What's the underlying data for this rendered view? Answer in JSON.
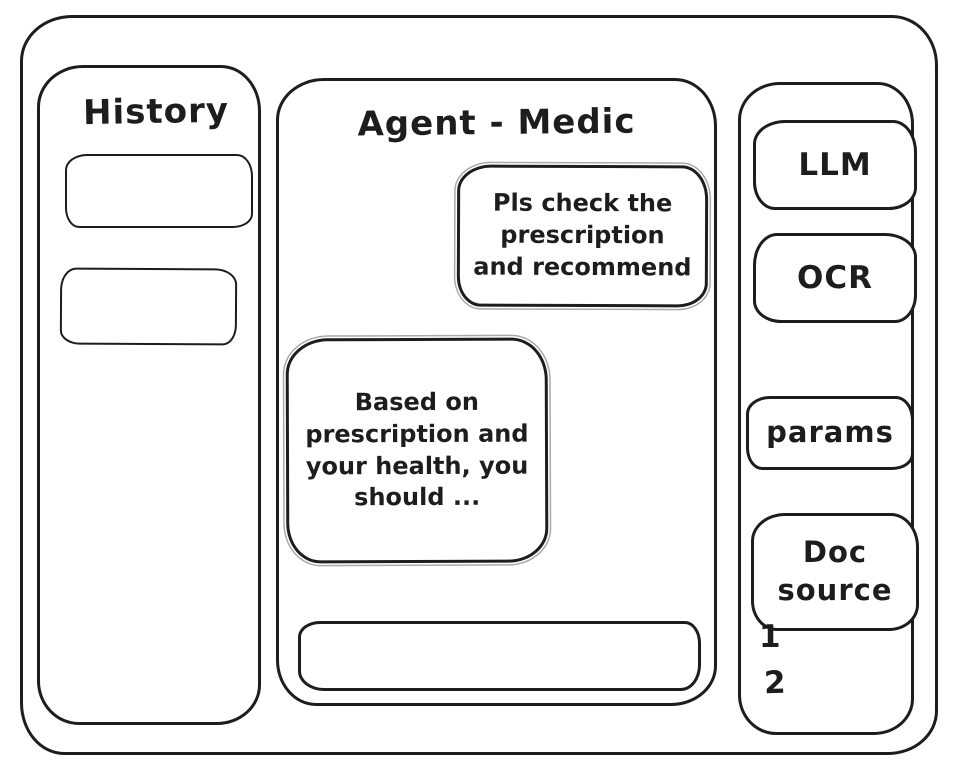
{
  "canvas": {
    "background": "#ffffff",
    "ink": "#1d1d1d"
  },
  "history_panel": {
    "title": "History",
    "items": [
      {
        "label": ""
      },
      {
        "label": ""
      }
    ]
  },
  "chat_panel": {
    "title": "Agent - Medic",
    "messages": [
      {
        "role": "user",
        "text": "Pls check the prescription and recommend"
      },
      {
        "role": "agent",
        "text": "Based on prescription and your health, you should ..."
      }
    ],
    "input": {
      "value": "",
      "placeholder": ""
    }
  },
  "tools_panel": {
    "buttons": [
      {
        "label": "LLM"
      },
      {
        "label": "OCR"
      },
      {
        "label": "params"
      },
      {
        "label": "Doc source"
      }
    ],
    "doc_source_items": [
      "1",
      "2"
    ]
  }
}
